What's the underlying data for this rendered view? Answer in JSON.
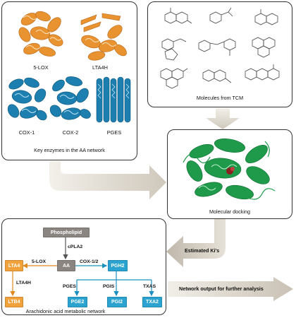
{
  "enzymes_panel": {
    "caption": "Key enzymes in the AA network",
    "proteins": [
      {
        "name": "5-LOX",
        "color": "#e8932f"
      },
      {
        "name": "LTA4H",
        "color": "#e8932f"
      },
      {
        "name": "COX-1",
        "color": "#1c7fb0"
      },
      {
        "name": "COX-2",
        "color": "#1c7fb0"
      },
      {
        "name": "PGES",
        "color": "#1c7fb0"
      }
    ]
  },
  "tcm_panel": {
    "caption": "Molecules from TCM"
  },
  "docking_panel": {
    "caption": "Molecular docking",
    "protein_color": "#1e9a4a"
  },
  "flow_labels": {
    "estimated": "Estimated Ki's",
    "network_output": "Network output for further analysis"
  },
  "network_panel": {
    "caption": "Arachidonic acid metabolic network",
    "nodes": {
      "phospholipid": "Phospholipid",
      "aa": "AA",
      "lta4": "LTA4",
      "ltb4": "LTB4",
      "pgh2": "PGH2",
      "pge2": "PGE2",
      "pgi2": "PGI2",
      "txa2": "TXA2"
    },
    "edges": {
      "cpla2": "cPLA2",
      "lox": "5-LOX",
      "cox": "COX-1/2",
      "lta4h": "LTA4H",
      "pges": "PGES",
      "pgis": "PGIS",
      "txas": "TXAS"
    },
    "colors": {
      "grey": "#8a8580",
      "orange": "#f2a23a",
      "blue": "#2aa3d0"
    }
  }
}
